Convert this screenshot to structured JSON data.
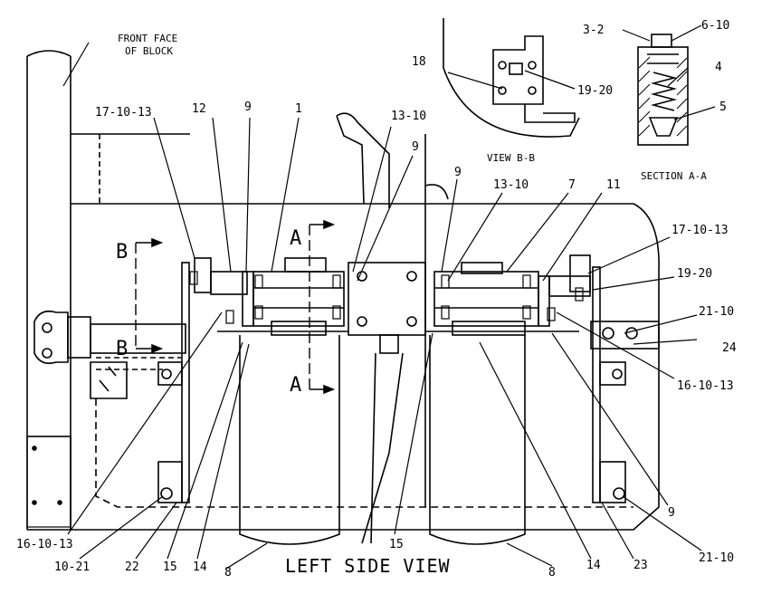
{
  "labels": {
    "front_face_1": "FRONT FACE",
    "front_face_2": "OF BLOCK",
    "view_bb": "VIEW B-B",
    "section_aa": "SECTION A-A",
    "left_side_view": "LEFT SIDE VIEW",
    "l_3_2": "3-2",
    "l_6_10": "6-10",
    "l_4": "4",
    "l_5": "5",
    "l_18": "18",
    "l_19_20_top": "19-20",
    "l_17_10_13_left": "17-10-13",
    "l_12": "12",
    "l_9_a": "9",
    "l_1": "1",
    "l_13_10_a": "13-10",
    "l_9_b": "9",
    "l_9_c": "9",
    "l_13_10_b": "13-10",
    "l_7": "7",
    "l_11": "11",
    "l_17_10_13_right": "17-10-13",
    "l_19_20_right": "19-20",
    "l_21_10_a": "21-10",
    "l_24": "24",
    "l_16_10_13_right": "16-10-13",
    "l_9_d": "9",
    "l_16_10_13_left": "16-10-13",
    "l_10_21": "10-21",
    "l_22": "22",
    "l_15_a": "15",
    "l_14_a": "14",
    "l_8_a": "8",
    "l_15_b": "15",
    "l_8_b": "8",
    "l_14_b": "14",
    "l_23": "23",
    "l_21_10_b": "21-10",
    "sec_a_top": "A",
    "sec_a_bot": "A",
    "sec_b_top": "B",
    "sec_b_bot": "B"
  }
}
